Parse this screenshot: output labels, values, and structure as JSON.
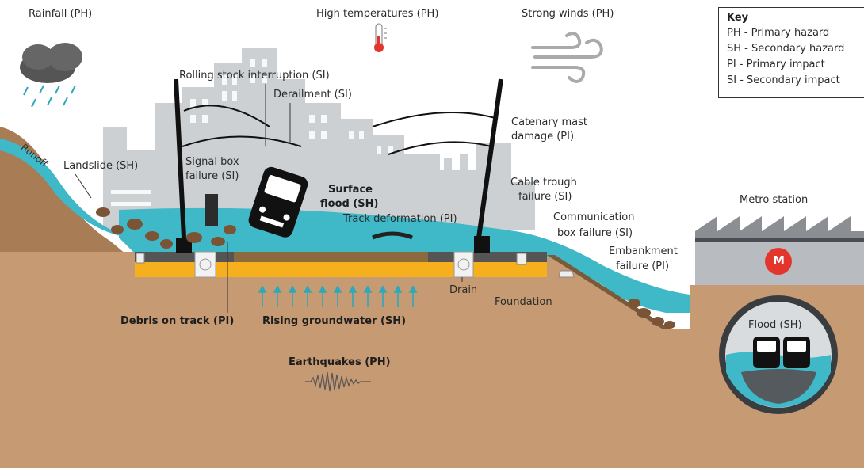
{
  "hazards": {
    "rainfall": "Rainfall (PH)",
    "high_temperatures": "High temperatures (PH)",
    "strong_winds": "Strong winds (PH)",
    "earthquakes": "Earthquakes (PH)"
  },
  "key": {
    "title": "Key",
    "items": [
      "PH - Primary hazard",
      "SH - Secondary hazard",
      "PI - Primary impact",
      "SI - Secondary impact"
    ]
  },
  "labels": {
    "rolling_stock": "Rolling stock interruption (SI)",
    "derailment": "Derailment (SI)",
    "catenary_line1": "Catenary mast",
    "catenary_line2": "damage (PI)",
    "runoff": "Runoff",
    "landslide": "Landslide (SH)",
    "signal_box_line1": "Signal box",
    "signal_box_line2": "failure (SI)",
    "surface_flood_line1": "Surface",
    "surface_flood_line2": "flood (SH)",
    "cable_trough_line1": "Cable trough",
    "cable_trough_line2": "failure (SI)",
    "track_deformation": "Track deformation (PI)",
    "comm_box_line1": "Communication",
    "comm_box_line2": "box failure (SI)",
    "embankment_line1": "Embankment",
    "embankment_line2": "failure (PI)",
    "metro_station": "Metro station",
    "metro_logo": "M",
    "drain": "Drain",
    "foundation": "Foundation",
    "debris": "Debris on track (PI)",
    "groundwater": "Rising groundwater (SH)",
    "metro_flood": "Flood (SH)"
  },
  "colors": {
    "ground": "#c69a72",
    "water": "#3fb8c8",
    "foundation": "#f6b01e",
    "track": "#555555",
    "city": "#cdd0d3",
    "metro_red": "#e4352c"
  }
}
